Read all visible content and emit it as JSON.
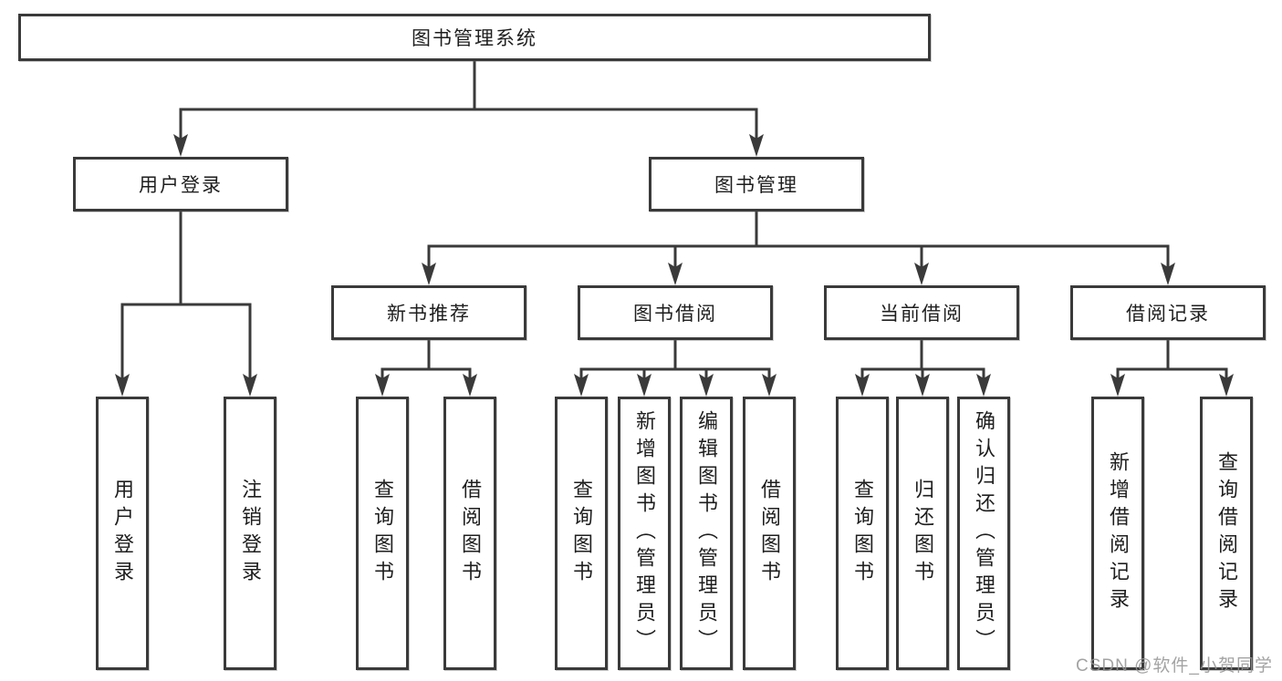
{
  "nodes": {
    "root": {
      "label": "图书管理系统"
    },
    "user_login": {
      "label": "用户登录"
    },
    "book_mgmt": {
      "label": "图书管理"
    },
    "new_book_rec": {
      "label": "新书推荐"
    },
    "book_borrow": {
      "label": "图书借阅"
    },
    "current_borrow": {
      "label": "当前借阅"
    },
    "borrow_record": {
      "label": "借阅记录"
    },
    "leaf_user_login": {
      "label": "用户登录"
    },
    "leaf_logout": {
      "label": "注销登录"
    },
    "leaf_nbr_query_book": {
      "label": "查询图书"
    },
    "leaf_nbr_borrow_book": {
      "label": "借阅图书"
    },
    "leaf_bb_query_book": {
      "label": "查询图书"
    },
    "leaf_bb_add_book": {
      "label": "新增图书（管理员）"
    },
    "leaf_bb_edit_book": {
      "label": "编辑图书（管理员）"
    },
    "leaf_bb_borrow_book": {
      "label": "借阅图书"
    },
    "leaf_cb_query_book": {
      "label": "查询图书"
    },
    "leaf_cb_return_book": {
      "label": "归还图书"
    },
    "leaf_cb_confirm_return": {
      "label": "确认归还（管理员）"
    },
    "leaf_br_add_record": {
      "label": "新增借阅记录"
    },
    "leaf_br_query_record": {
      "label": "查询借阅记录"
    }
  },
  "watermark": "CSDN @软件_小贺同学",
  "colors": {
    "line": "#3a3a3a",
    "text": "#1e1e1e",
    "watermark": "#949494",
    "background": "#ffffff"
  }
}
